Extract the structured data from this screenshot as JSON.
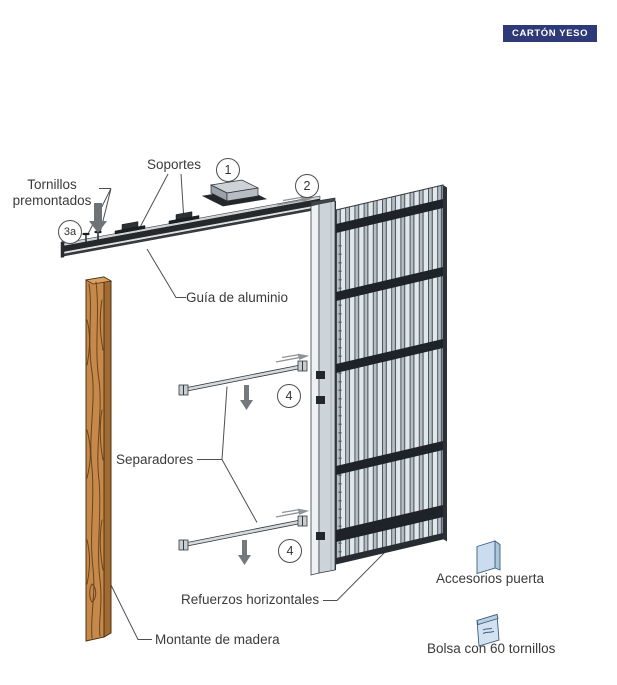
{
  "badge": {
    "label": "CARTÓN YESO",
    "bg_color": "#2e3a78",
    "text_color": "#ffffff"
  },
  "diagram": {
    "labels": {
      "soportes": "Soportes",
      "tornillos_premontados": "Tornillos premontados",
      "guia_aluminio": "Guía de aluminio",
      "separadores": "Separadores",
      "refuerzos_horizontales": "Refuerzos horizontales",
      "montante_madera": "Montante de madera",
      "accesorios_puerta": "Accesorios puerta",
      "bolsa_tornillos": "Bolsa con 60 tornillos"
    },
    "callouts": [
      {
        "id": "step-1",
        "label": "1"
      },
      {
        "id": "step-2",
        "label": "2"
      },
      {
        "id": "step-3a",
        "label": "3a"
      },
      {
        "id": "step-4-upper",
        "label": "4"
      },
      {
        "id": "step-4-lower",
        "label": "4"
      }
    ],
    "colors": {
      "badge_navy": "#2e3a78",
      "label_text": "#3a3a3a",
      "wood_front": "#c6894c",
      "wood_side": "#a06a33",
      "wood_grain": "#6b4318",
      "metal_dark": "#1d2329",
      "panel_light": "#e1e7eb",
      "panel_rib": "#b3bec6",
      "pouch_blue": "#c9ddee",
      "pouch_outline": "#3f5e7e",
      "arrow_gray": "#74797d"
    }
  }
}
